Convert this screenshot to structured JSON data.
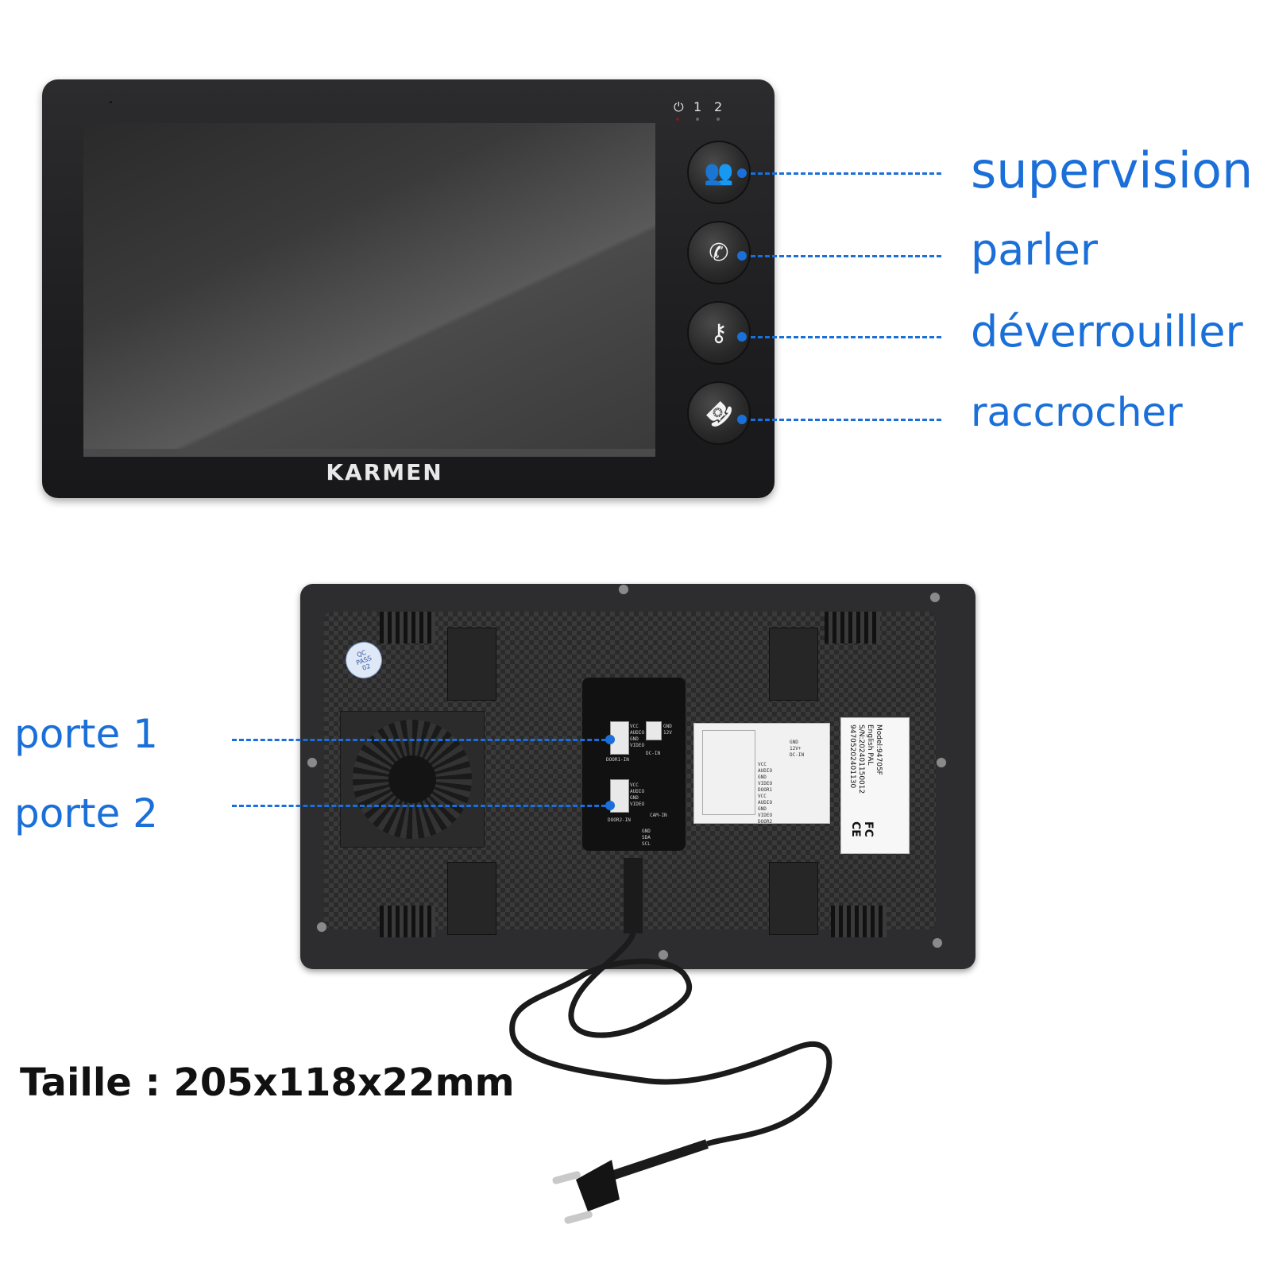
{
  "front": {
    "brand": "KARMEN",
    "indicators": [
      "⏻",
      "1",
      "2"
    ],
    "buttons": [
      {
        "icon": "users-icon",
        "glyph": "👥",
        "label": "supervision"
      },
      {
        "icon": "handset-icon",
        "glyph": "✆",
        "label": "parler"
      },
      {
        "icon": "key-icon",
        "glyph": "⚷",
        "label": "déverrouiller"
      },
      {
        "icon": "hangup-icon",
        "glyph": "☎",
        "label": "raccrocher"
      }
    ]
  },
  "back": {
    "ports": [
      {
        "label": "porte 1",
        "pins": "VCC\nAUDIO\nGND\nVIDEO",
        "name": "DOOR1-IN"
      },
      {
        "label": "porte 2",
        "pins": "VCC\nAUDIO\nGND\nVIDEO",
        "name": "DOOR2-IN"
      }
    ],
    "power_pins": "GND\n12V",
    "power_name": "DC-IN",
    "cam_name": "CAM-IN",
    "bus_pins": "GND\nSDA\nSCL",
    "qc": "QC\nPASS\n02",
    "sticker_model": "Model:94705F\nEnglish PAL\nS/N:202401150012\n94705202401130",
    "sticker_marks": "FC CE",
    "diagram_power": "GND\n12V+\nDC-IN",
    "diagram_door1": "VCC\nAUDIO\nGND\nVIDEO\nDOOR1",
    "diagram_door2": "VCC\nAUDIO\nGND\nVIDEO\nDOOR2"
  },
  "size_text": "Taille : 205x118x22mm",
  "colors": {
    "accent": "#1a6fd8",
    "device": "#1e1e20"
  }
}
